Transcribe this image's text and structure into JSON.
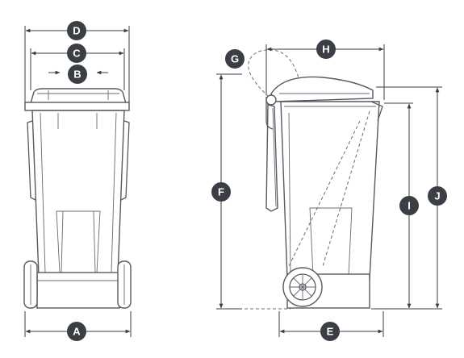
{
  "dimension_labels": {
    "A": "A",
    "B": "B",
    "C": "C",
    "D": "D",
    "E": "E",
    "F": "F",
    "G": "G",
    "H": "H",
    "I": "I",
    "J": "J"
  },
  "colors": {
    "badge": "#3b3f45",
    "line": "#555a60",
    "badge_text": "#ffffff"
  }
}
